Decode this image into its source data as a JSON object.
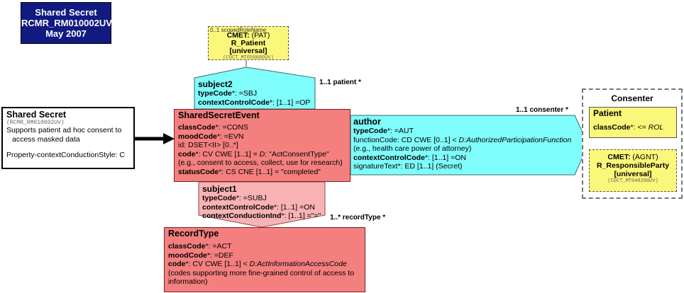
{
  "title": {
    "line1": "Shared Secret",
    "line2": "RCMR_RM010002UV",
    "line3": "May 2007"
  },
  "entry_point": {
    "name": "Shared Secret",
    "id": "(RCMR_RM010002UV)",
    "desc1": "Supports patient ad hoc consent to",
    "desc2": "access masked data",
    "style": "Property-contextConductionStyle: C"
  },
  "cmet_patient": {
    "note": "0..1 scopedRoleName",
    "l1_bold": "CMET:",
    "l1_rest": " (PAT)",
    "l2": "R_Patient",
    "l3": "[universal]",
    "id": "(COCT_MT050000UV)"
  },
  "subject2": {
    "name": "subject2",
    "type_k": "typeCode",
    "type_v": "*: =SBJ",
    "ctx_k": "contextControlCode",
    "ctx_v": "*: [1..1] =OP",
    "label": "1..1 patient  *"
  },
  "shared_secret_event": {
    "name": "SharedSecretEvent",
    "class_k": "classCode",
    "class_v": "*: =CONS",
    "mood_k": "moodCode",
    "mood_v": "*: =EVN",
    "id_line": "id: DSET<II> [0..*]",
    "code_k": "code",
    "code_v1": "*: CV CWE [1..1] = ",
    "code_d": "D:",
    "code_v2": " \"ActConsentType\"",
    "code_note": " (e.g., consent to access, collect, use for research)",
    "status_k": "statusCode",
    "status_v": "*: CS CNE [1..1] = \"completed\""
  },
  "author": {
    "name": "author",
    "type_k": "typeCode",
    "type_v": "*: =AUT",
    "func_a": "functionCode: CD CWE [0..1] < ",
    "func_b": "D:AuthorizedParticipationFunction",
    "func_note": " (e.g., health care power of attorney)",
    "ctx_k": "contextControlCode",
    "ctx_v": "*: [1..1] =ON",
    "sig_line": "signatureText*: ED [1..1] (Secret)",
    "label": "1..1 consenter  *"
  },
  "consenter": {
    "title": "Consenter",
    "patient_name": "Patient",
    "patient_class_k": "classCode",
    "patient_class_v1": "*: <= ",
    "patient_class_v2": "ROL",
    "cmet_l1_bold": "CMET:",
    "cmet_l1_rest": " (AGNT)",
    "cmet_l2": "R_ResponsibleParty",
    "cmet_l3": "[universal]",
    "cmet_id": "(COCT_MT040200UV)"
  },
  "subject1": {
    "name": "subject1",
    "type_k": "typeCode",
    "type_v": "*: =SUBJ",
    "ctx_k": "contextControlCode",
    "ctx_v": "*: [1..1] =ON",
    "cond_k": "contextConductionInd",
    "cond_v": "*: [1..1] =\"=\"",
    "label": "1..*  recordType  *"
  },
  "record_type": {
    "name": "RecordType",
    "class_k": "classCode",
    "class_v": "*: =ACT",
    "mood_k": "moodCode",
    "mood_v": "*: =DEF",
    "code_k": "code",
    "code_v1": "*: CV CWE [1..1] < ",
    "code_d": "D:ActInformationAccessCode",
    "note1": " (codes supporting more fine-grained control of access to",
    "note2": " information)"
  }
}
